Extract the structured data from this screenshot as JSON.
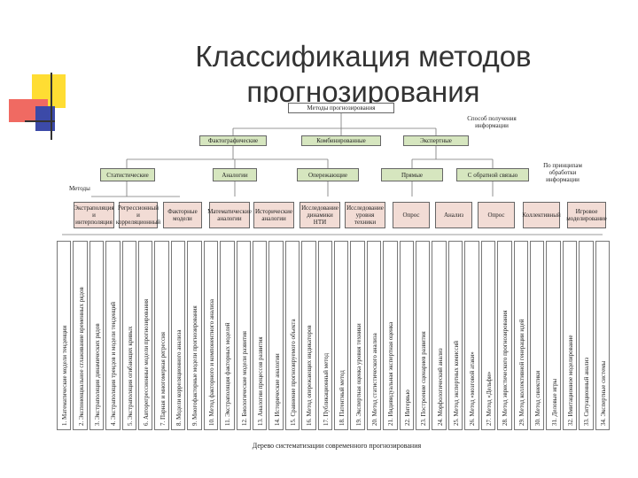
{
  "title": "Классификация методов прогнозирования",
  "root": "Методы прогнозирования",
  "annotation_info": "Способ получения информации",
  "level1": [
    "Фактографические",
    "Комбинированные",
    "Экспертные"
  ],
  "annotation_processing": "По принципам обработки информации",
  "level2": [
    "Статистические",
    "Аналогии",
    "Опережающие",
    "Прямые",
    "С обратной связью"
  ],
  "level3_label": "Методы",
  "level3": [
    "Экстраполяция и интерполяция",
    "Регрессионный и корреляционный",
    "Факторные модели",
    "Математические аналогии",
    "Исторические аналогии",
    "Исследование динамики НТИ",
    "Исследование уровня техники",
    "Опрос",
    "Анализ",
    "Опрос",
    "Коллективный",
    "Игровое моделирование"
  ],
  "methods": [
    "1. Математические модели тенденции",
    "2. Экспоненциальное сглаживание временных рядов",
    "3. Экстраполяция динамических рядов",
    "4. Экстраполяция трендов и модели тенденций",
    "5. Экстраполяция огибающих кривых",
    "6. Авторегрессионные модели прогнозирования",
    "7. Парная и многомерная регрессия",
    "8. Модели корреляционного анализа",
    "9. Многофакторные модели прогнозирования",
    "10. Метод факторного и компонентного анализа",
    "11. Экстраполяция факторных моделей",
    "12. Биологические модели развития",
    "13. Аналогии процессов развития",
    "14. Исторические аналогии",
    "15. Сравнение прогнозируемого объекта",
    "16. Метод опережающих индикаторов",
    "17. Публикационный метод",
    "18. Патентный метод",
    "19. Экспертная оценка уровня техники",
    "20. Метод статистического анализа",
    "21. Индивидуальная экспертная оценка",
    "22. Интервью",
    "23. Построение сценариев развития",
    "24. Морфологический анализ",
    "25. Метод экспертных комиссий",
    "26. Метод «мозговой атаки»",
    "27. Метод «Дельфи»",
    "28. Метод эвристического прогнозирования",
    "29. Метод коллективной генерации идей",
    "30. Метод синектики",
    "31. Деловые игры",
    "32. Имитационное моделирование",
    "33. Ситуационный анализ",
    "34. Экспертные системы"
  ],
  "caption": "Дерево систематизации современного прогнозирования"
}
